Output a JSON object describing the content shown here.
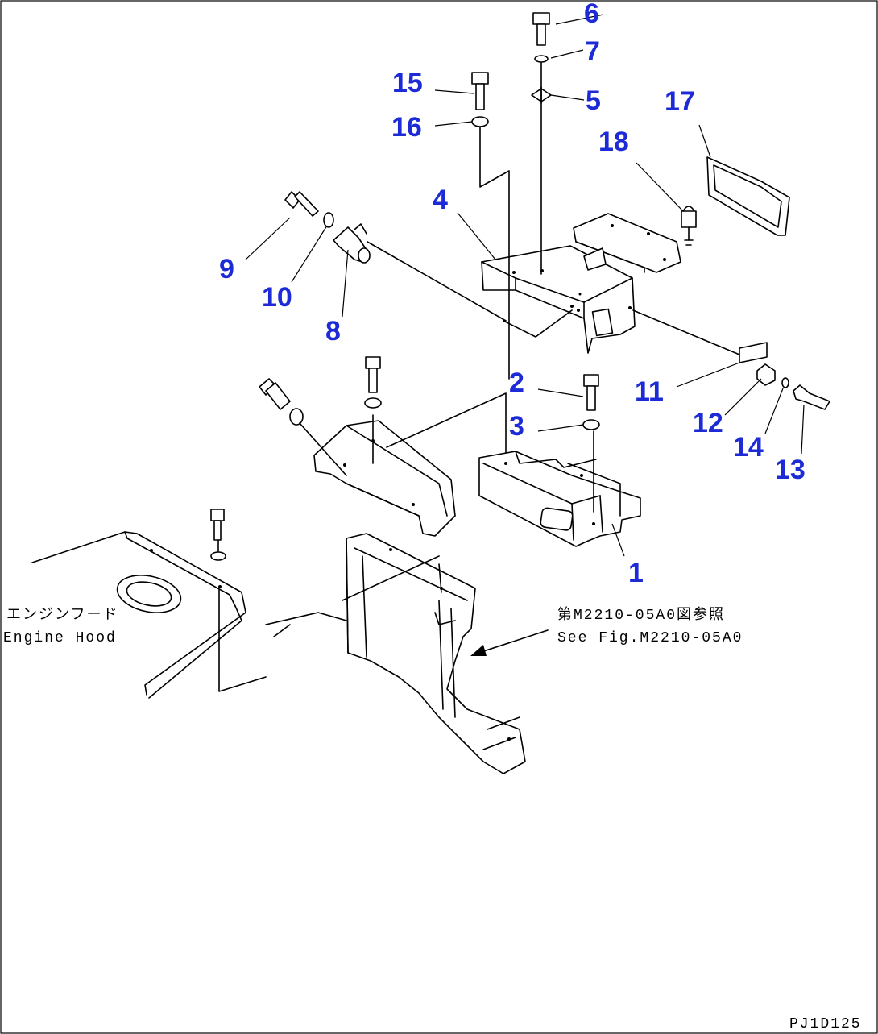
{
  "callouts": [
    {
      "id": "1",
      "label": "1"
    },
    {
      "id": "2",
      "label": "2"
    },
    {
      "id": "3",
      "label": "3"
    },
    {
      "id": "4",
      "label": "4"
    },
    {
      "id": "5",
      "label": "5"
    },
    {
      "id": "6",
      "label": "6"
    },
    {
      "id": "7",
      "label": "7"
    },
    {
      "id": "8",
      "label": "8"
    },
    {
      "id": "9",
      "label": "9"
    },
    {
      "id": "10",
      "label": "10"
    },
    {
      "id": "11",
      "label": "11"
    },
    {
      "id": "12",
      "label": "12"
    },
    {
      "id": "13",
      "label": "13"
    },
    {
      "id": "14",
      "label": "14"
    },
    {
      "id": "15",
      "label": "15"
    },
    {
      "id": "16",
      "label": "16"
    },
    {
      "id": "17",
      "label": "17"
    },
    {
      "id": "18",
      "label": "18"
    }
  ],
  "annotations": {
    "engine_hood_jp": "エンジンフード",
    "engine_hood_en": "Engine Hood",
    "see_fig_jp": "第M2210-05A0図参照",
    "see_fig_en": "See Fig.M2210-05A0"
  },
  "drawing_code": "PJ1D125",
  "colors": {
    "callout": "#1d2bd6",
    "line": "#000000",
    "background": "#ffffff"
  }
}
